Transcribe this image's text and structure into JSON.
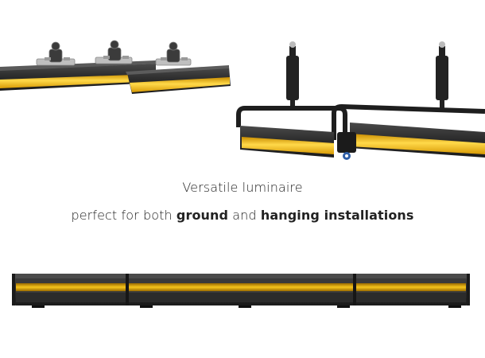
{
  "caption": {
    "line1": "Versatile luminaire",
    "line2_prefix": "perfect for both ",
    "line2_bold1": "ground",
    "line2_mid": " and ",
    "line2_bold2": "hanging installations"
  },
  "colors": {
    "light_bar": "#F7C21A",
    "housing": "#2E2E2E",
    "text": "#222222"
  }
}
